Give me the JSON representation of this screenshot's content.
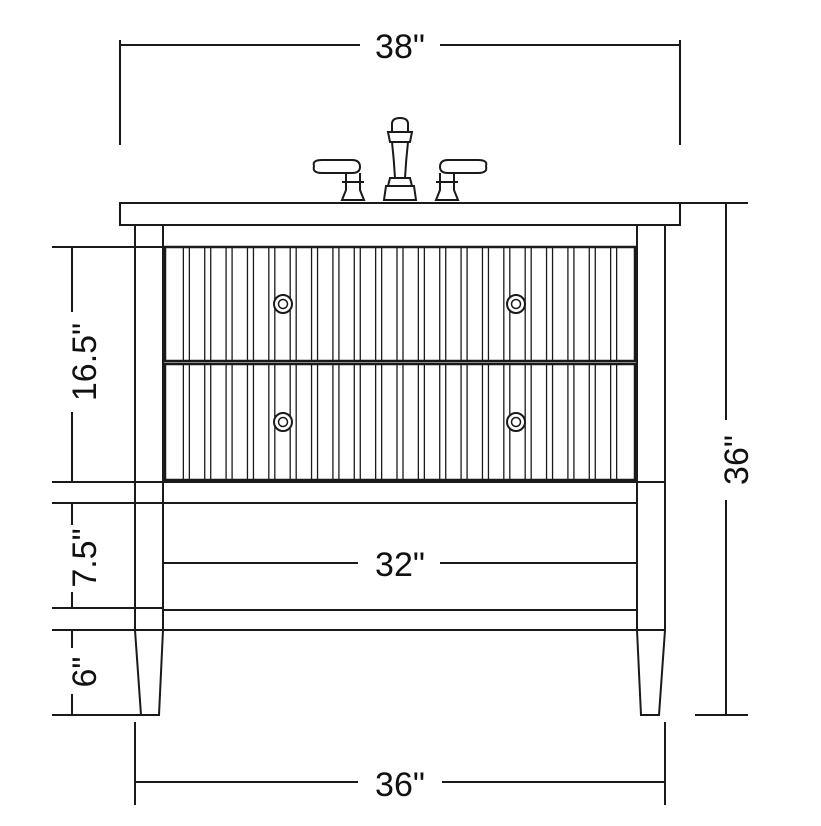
{
  "dimensions": {
    "top_width": "38\"",
    "cabinet_height": "36\"",
    "drawer_section_height": "16.5\"",
    "open_shelf_height": "7.5\"",
    "leg_height": "6\"",
    "inner_width": "32\"",
    "base_width": "36\""
  },
  "colors": {
    "line": "#1a1a1a",
    "background": "#ffffff"
  }
}
